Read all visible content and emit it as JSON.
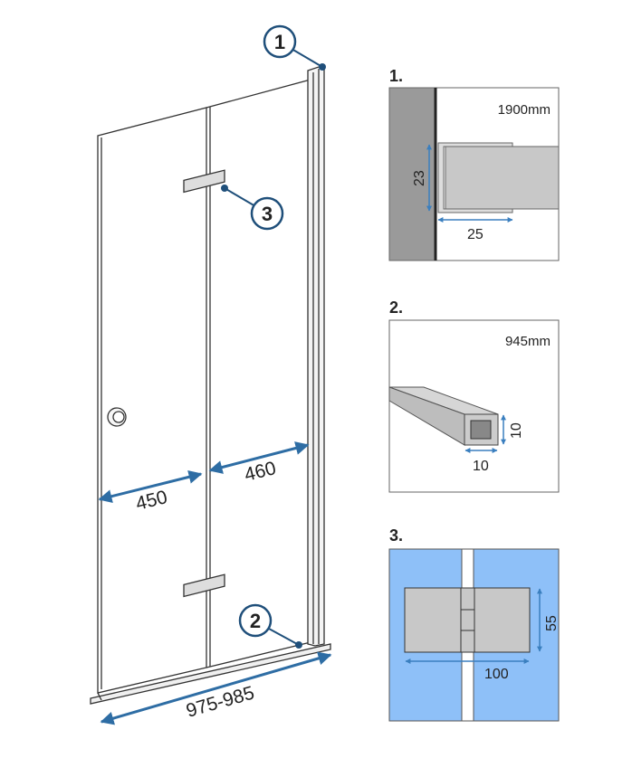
{
  "main_drawing": {
    "callouts": [
      "1",
      "2",
      "3"
    ],
    "dim_left_panel": "450",
    "dim_right_panel": "460",
    "dim_total_width": "975-985"
  },
  "details": [
    {
      "label": "1.",
      "length": "1900mm",
      "dim_height": "23",
      "dim_width": "25"
    },
    {
      "label": "2.",
      "length": "945mm",
      "dim_height": "10",
      "dim_width": "10"
    },
    {
      "label": "3.",
      "dim_height": "55",
      "dim_width": "100"
    }
  ],
  "colors": {
    "dimension": "#2e6da4",
    "glass": "#8ec0f8",
    "metal": "#c8c8c8",
    "wall": "#9a9a9a"
  }
}
